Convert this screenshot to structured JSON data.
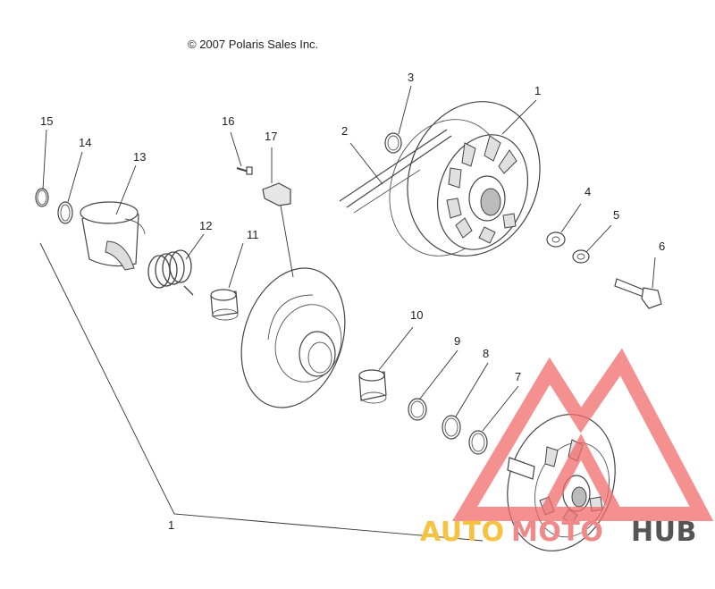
{
  "copyright": "© 2007 Polaris Sales Inc.",
  "callouts": {
    "c1a": "1",
    "c1b": "1",
    "c2": "2",
    "c3": "3",
    "c4": "4",
    "c5": "5",
    "c6": "6",
    "c7": "7",
    "c8": "8",
    "c9": "9",
    "c10": "10",
    "c11": "11",
    "c12": "12",
    "c13": "13",
    "c14": "14",
    "c15": "15",
    "c16": "16",
    "c17": "17"
  },
  "watermark": {
    "part1": "AUTO",
    "part2": "MOTO",
    "part3": "HUB",
    "color1": "#f5c242",
    "color2": "#f08a8a",
    "color3": "#555555"
  },
  "colors": {
    "line": "#444444",
    "watermark_triangle": "#f26b6b"
  }
}
